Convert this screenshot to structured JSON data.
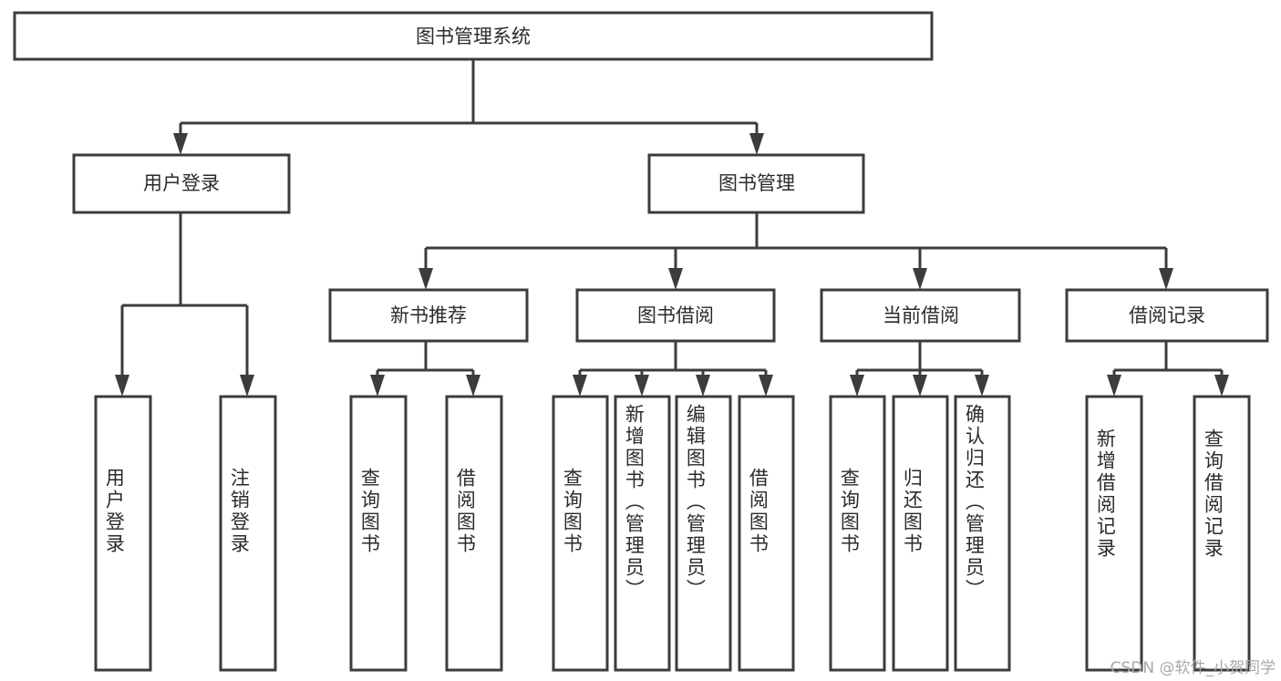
{
  "diagram": {
    "type": "tree-hierarchy",
    "title": "图书管理系统",
    "watermark": "CSDN @软件_小贺同学",
    "colors": {
      "stroke": "#3c3c3c",
      "fill": "#ffffff",
      "text": "#2b2b2b",
      "watermark": "#a8a8a8"
    },
    "root": {
      "label": "图书管理系统"
    },
    "level2": [
      {
        "label": "用户登录"
      },
      {
        "label": "图书管理"
      }
    ],
    "level3": [
      {
        "label": "新书推荐"
      },
      {
        "label": "图书借阅"
      },
      {
        "label": "当前借阅"
      },
      {
        "label": "借阅记录"
      }
    ],
    "leaves": {
      "user_login": [
        {
          "label": "用户登录"
        },
        {
          "label": "注销登录"
        }
      ],
      "new_book": [
        {
          "label": "查询图书"
        },
        {
          "label": "借阅图书"
        }
      ],
      "book_borrow": [
        {
          "label": "查询图书"
        },
        {
          "label": "新增图书（管理员）"
        },
        {
          "label": "编辑图书（管理员）"
        },
        {
          "label": "借阅图书"
        }
      ],
      "current_borrow": [
        {
          "label": "查询图书"
        },
        {
          "label": "归还图书"
        },
        {
          "label": "确认归还（管理员）"
        }
      ],
      "borrow_record": [
        {
          "label": "新增借阅记录"
        },
        {
          "label": "查询借阅记录"
        }
      ]
    }
  }
}
